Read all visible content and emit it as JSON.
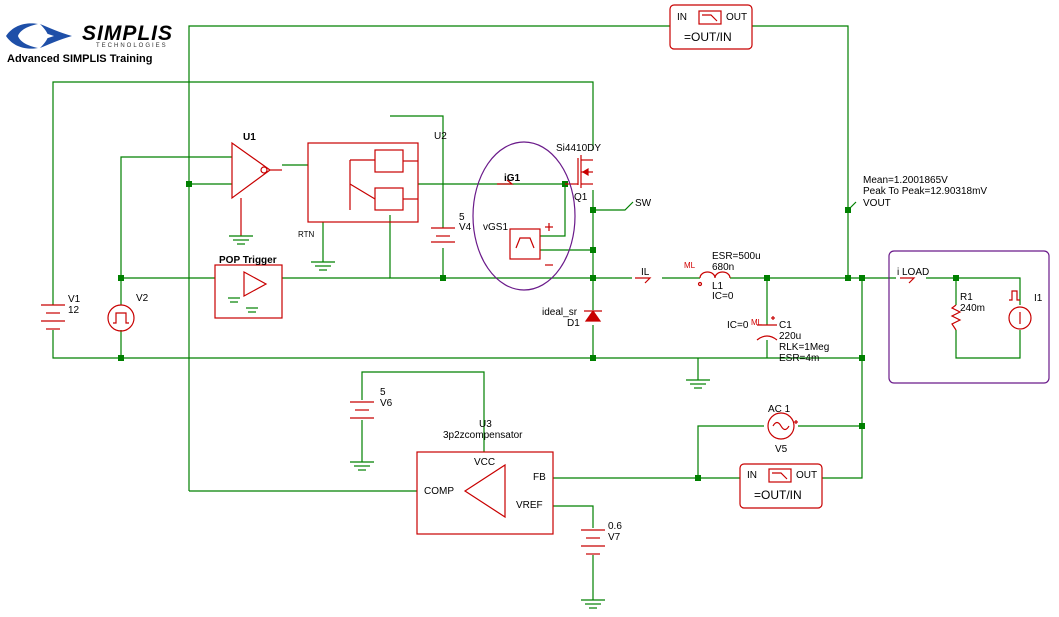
{
  "logo": {
    "brand": "SIMPLIS",
    "tagline": "TECHNOLOGIES",
    "subtitle": "Advanced SIMPLIS Training"
  },
  "colors": {
    "wire": "#008000",
    "part": "#c80000",
    "highlight_oval": "#6a1a8a",
    "text": "#000000"
  },
  "parts": {
    "u1": {
      "ref": "U1"
    },
    "u2": {
      "ref": "U2",
      "rtn": "RTN"
    },
    "v4": {
      "value": "5",
      "ref": "V4"
    },
    "pop": {
      "title": "POP Trigger"
    },
    "v1": {
      "ref": "V1",
      "value": "12"
    },
    "v2": {
      "ref": "V2"
    },
    "q1": {
      "model": "Si4410DY",
      "ref": "Q1"
    },
    "ig1": {
      "ref": "iG1"
    },
    "vgs1": {
      "ref": "vGS1"
    },
    "sw": {
      "label": "SW"
    },
    "il": {
      "label": "IL"
    },
    "ml": {
      "label": "ML"
    },
    "l1": {
      "esr": "ESR=500u",
      "value": "680n",
      "ref": "L1",
      "ic": "IC=0"
    },
    "d1": {
      "model": "ideal_sr",
      "ref": "D1"
    },
    "c1": {
      "ic": "IC=0",
      "ml": "ML",
      "ref": "C1",
      "value": "220u",
      "rlk": "RLK=1Meg",
      "esr": "ESR=4m"
    },
    "vout": {
      "mean": "Mean=1.2001865V",
      "p2p": "Peak To Peak=12.90318mV",
      "label": "VOUT"
    },
    "iload": {
      "label": "i LOAD"
    },
    "r1": {
      "ref": "R1",
      "value": "240m"
    },
    "i1": {
      "ref": "I1"
    },
    "v6": {
      "value": "5",
      "ref": "V6"
    },
    "u3": {
      "ref": "U3",
      "model": "3p2zcompensator",
      "vcc": "VCC",
      "fb": "FB",
      "comp": "COMP",
      "vref": "VREF"
    },
    "v5": {
      "ref": "V5",
      "ac": "AC 1"
    },
    "v7": {
      "value": "0.6",
      "ref": "V7"
    },
    "meas_top": {
      "in": "IN",
      "out": "OUT",
      "formula": "=OUT/IN"
    },
    "meas_bot": {
      "in": "IN",
      "out": "OUT",
      "formula": "=OUT/IN"
    }
  }
}
